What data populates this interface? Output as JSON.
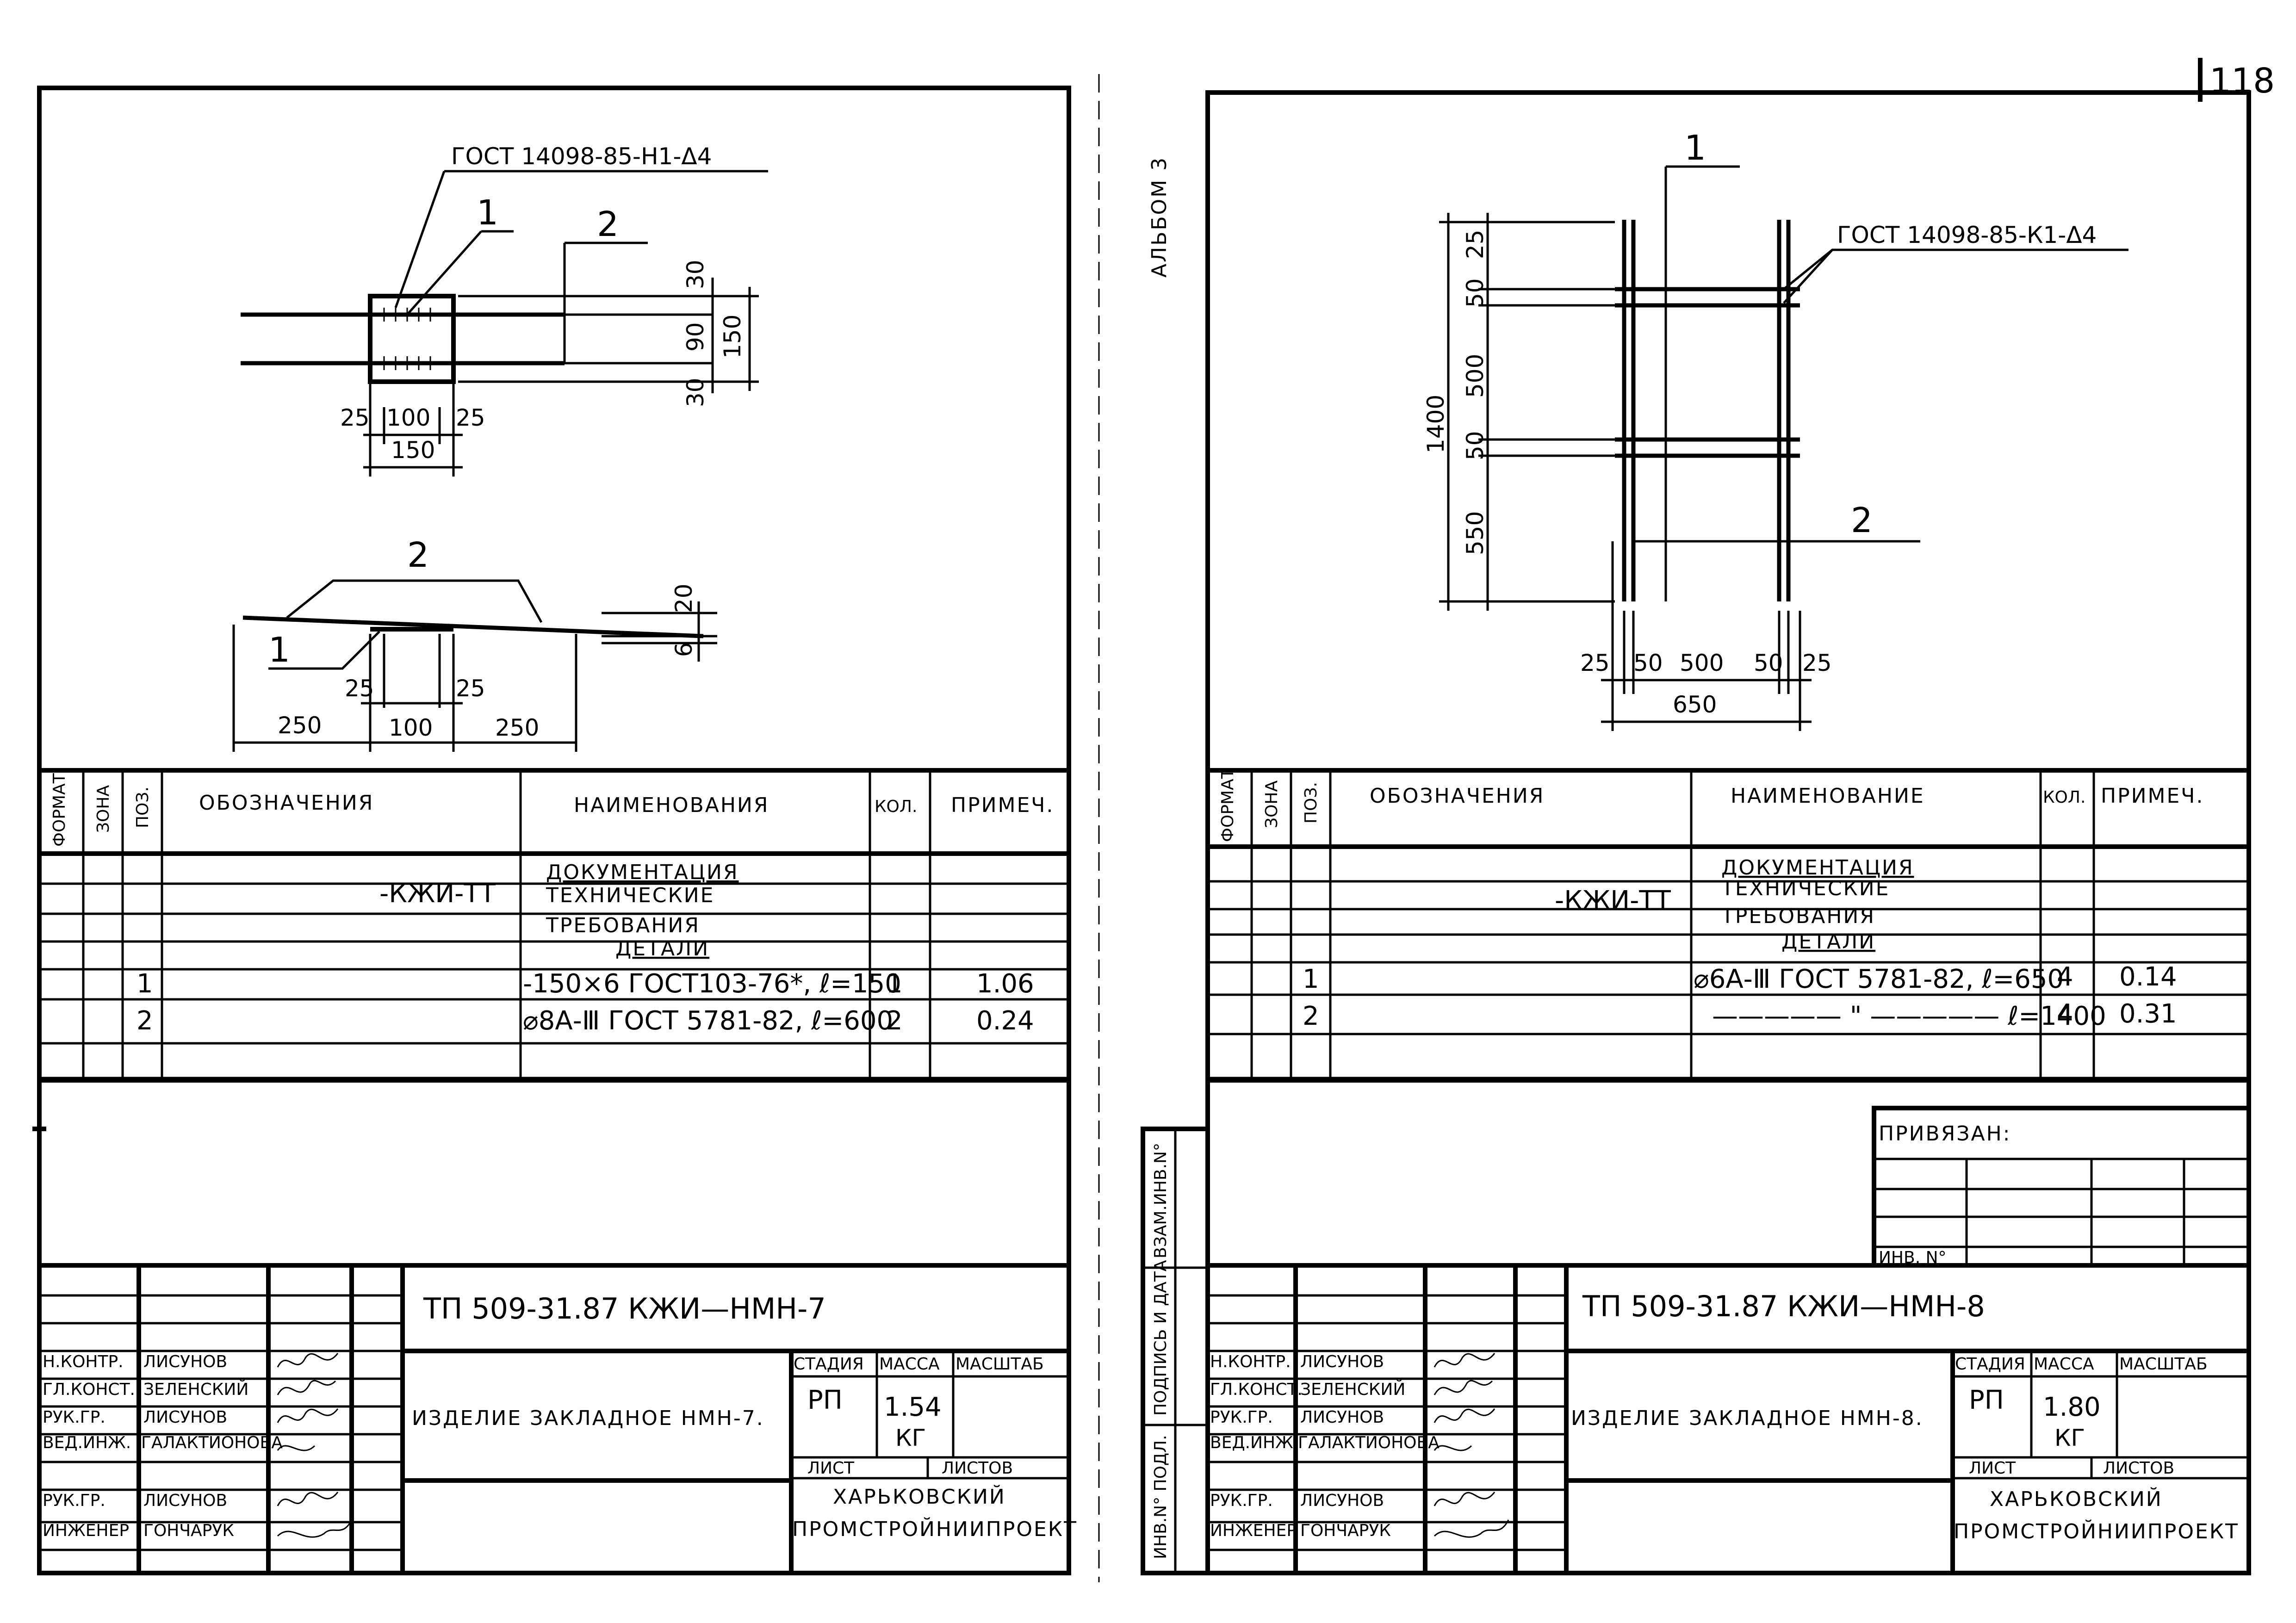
{
  "page_number": "118",
  "album": "АЛЬБОМ 3",
  "left": {
    "drawing": {
      "weld_callout": "ГОСТ 14098-85-Н1-Δ4",
      "pos1": "1",
      "pos2": "2",
      "plan_dims": {
        "d25a": "25",
        "d100": "100",
        "d25b": "25",
        "d150h": "150",
        "v30a": "30",
        "v90": "90",
        "v30b": "30",
        "v150": "150"
      },
      "elev_dims": {
        "d250a": "250",
        "d25a": "25",
        "d100": "100",
        "d25b": "25",
        "d250b": "250",
        "v20": "20",
        "v6": "6"
      }
    },
    "spec": {
      "headers": {
        "format": "ФОРМАТ",
        "zone": "ЗОНА",
        "pos": "ПОЗ.",
        "designation": "ОБОЗНАЧЕНИЯ",
        "name": "НАИМЕНОВАНИЯ",
        "qty": "КОЛ.",
        "note": "ПРИМЕЧ."
      },
      "section_doc": "ДОКУМЕНТАЦИЯ",
      "doc_code": "-КЖИ-ТТ",
      "doc_name_1": "ТЕХНИЧЕСКИЕ",
      "doc_name_2": "ТРЕБОВАНИЯ",
      "section_parts": "ДЕТАЛИ",
      "rows": [
        {
          "pos": "1",
          "name": "-150×6 ГОСТ103-76*, ℓ=150",
          "qty": "1",
          "note": "1.06"
        },
        {
          "pos": "2",
          "name": "⌀8А-Ⅲ ГОСТ 5781-82, ℓ=600",
          "qty": "2",
          "note": "0.24"
        }
      ]
    },
    "title_block": {
      "code": "ТП 509-31.87  КЖИ—НМН-7",
      "roles": [
        "Н.КОНТР.",
        "ГЛ.КОНСТ.",
        "РУК.ГР.",
        "ВЕД.ИНЖ.",
        "РУК.ГР.",
        "ИНЖЕНЕР"
      ],
      "names": [
        "ЛИСУНОВ",
        "ЗЕЛЕНСКИЙ",
        "ЛИСУНОВ",
        "ГАЛАКТИОНОВА",
        "ЛИСУНОВ",
        "ГОНЧАРУК"
      ],
      "item_name": "ИЗДЕЛИЕ ЗАКЛАДНОЕ НМН-7.",
      "stage_label": "СТАДИЯ",
      "mass_label": "МАССА",
      "scale_label": "МАСШТАБ",
      "stage": "РП",
      "mass": "1.54",
      "mass_unit": "КГ",
      "sheet_label": "ЛИСТ",
      "sheets_label": "ЛИСТОВ",
      "org_1": "ХАРЬКОВСКИЙ",
      "org_2": "ПРОМСТРОЙНИИПРОЕКТ"
    }
  },
  "right": {
    "drawing": {
      "weld_callout": "ГОСТ 14098-85-К1-Δ4",
      "pos1": "1",
      "pos2": "2",
      "v_dims": {
        "v25": "25",
        "v50a": "50",
        "v500": "500",
        "v50b": "50",
        "v550": "550",
        "v1400": "1400"
      },
      "h_dims": {
        "h25a": "25",
        "h50a": "50",
        "h500": "500",
        "h50b": "50",
        "h25b": "25",
        "h650": "650"
      }
    },
    "spec": {
      "headers": {
        "format": "ФОРМАТ",
        "zone": "ЗОНА",
        "pos": "ПОЗ.",
        "designation": "ОБОЗНАЧЕНИЯ",
        "name": "НАИМЕНОВАНИЕ",
        "qty": "КОЛ.",
        "note": "ПРИМЕЧ."
      },
      "section_doc": "ДОКУМЕНТАЦИЯ",
      "doc_code": "-КЖИ-ТТ",
      "doc_name_1": "ТЕХНИЧЕСКИЕ",
      "doc_name_2": "ТРЕБОВАНИЯ",
      "section_parts": "ДЕТАЛИ",
      "rows": [
        {
          "pos": "1",
          "name": "⌀6А-Ⅲ ГОСТ 5781-82, ℓ=650",
          "qty": "4",
          "note": "0.14"
        },
        {
          "pos": "2",
          "name": "————— \" ————— ℓ=1400",
          "qty": "4",
          "note": "0.31"
        }
      ]
    },
    "binding": {
      "title": "ПРИВЯЗАН:",
      "inv": "ИНВ. N°"
    },
    "side_labels": {
      "vzam": "ВЗАМ.ИНВ.N°",
      "sign": "ПОДПИСЬ И ДАТА",
      "inv": "ИНВ.N° ПОДЛ."
    },
    "title_block": {
      "code": "ТП 509-31.87  КЖИ—НМН-8",
      "roles": [
        "Н.КОНТР.",
        "ГЛ.КОНСТ.",
        "РУК.ГР.",
        "ВЕД.ИНЖ.",
        "РУК.ГР.",
        "ИНЖЕНЕР"
      ],
      "names": [
        "ЛИСУНОВ",
        "ЗЕЛЕНСКИЙ",
        "ЛИСУНОВ",
        "ГАЛАКТИОНОВА",
        "ЛИСУНОВ",
        "ГОНЧАРУК"
      ],
      "item_name": "ИЗДЕЛИЕ ЗАКЛАДНОЕ НМН-8.",
      "stage_label": "СТАДИЯ",
      "mass_label": "МАССА",
      "scale_label": "МАСШТАБ",
      "stage": "РП",
      "mass": "1.80",
      "mass_unit": "КГ",
      "sheet_label": "ЛИСТ",
      "sheets_label": "ЛИСТОВ",
      "org_1": "ХАРЬКОВСКИЙ",
      "org_2": "ПРОМСТРОЙНИИПРОЕКТ"
    }
  }
}
